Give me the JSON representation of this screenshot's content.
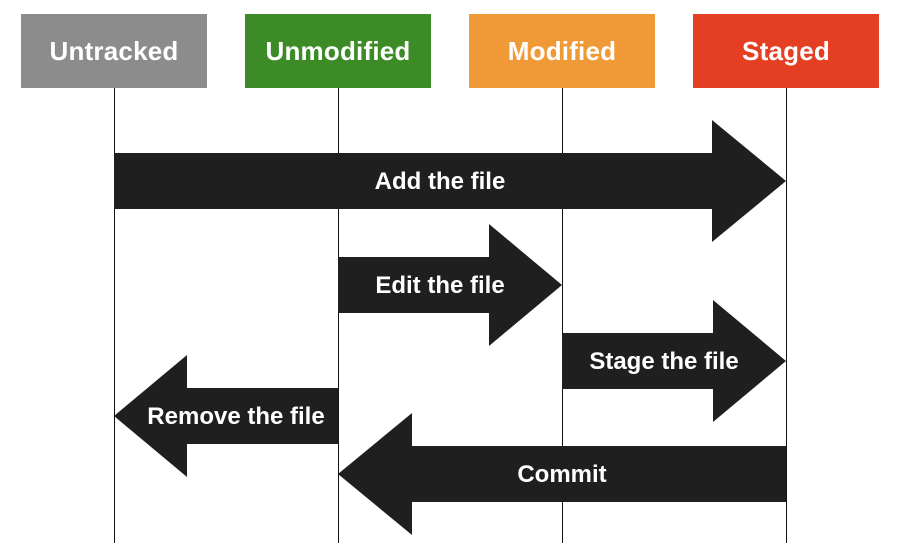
{
  "states": [
    {
      "label": "Untracked",
      "color": "#8c8c8c"
    },
    {
      "label": "Unmodified",
      "color": "#3d8b26"
    },
    {
      "label": "Modified",
      "color": "#f09a37"
    },
    {
      "label": "Staged",
      "color": "#e43f23"
    }
  ],
  "transitions": [
    {
      "label": "Add the file",
      "from": "Untracked",
      "to": "Staged"
    },
    {
      "label": "Edit the file",
      "from": "Unmodified",
      "to": "Modified"
    },
    {
      "label": "Stage the file",
      "from": "Modified",
      "to": "Staged"
    },
    {
      "label": "Remove the file",
      "from": "Unmodified",
      "to": "Untracked"
    },
    {
      "label": "Commit",
      "from": "Staged",
      "to": "Unmodified"
    }
  ],
  "arrow_color": "#1f1f1f"
}
